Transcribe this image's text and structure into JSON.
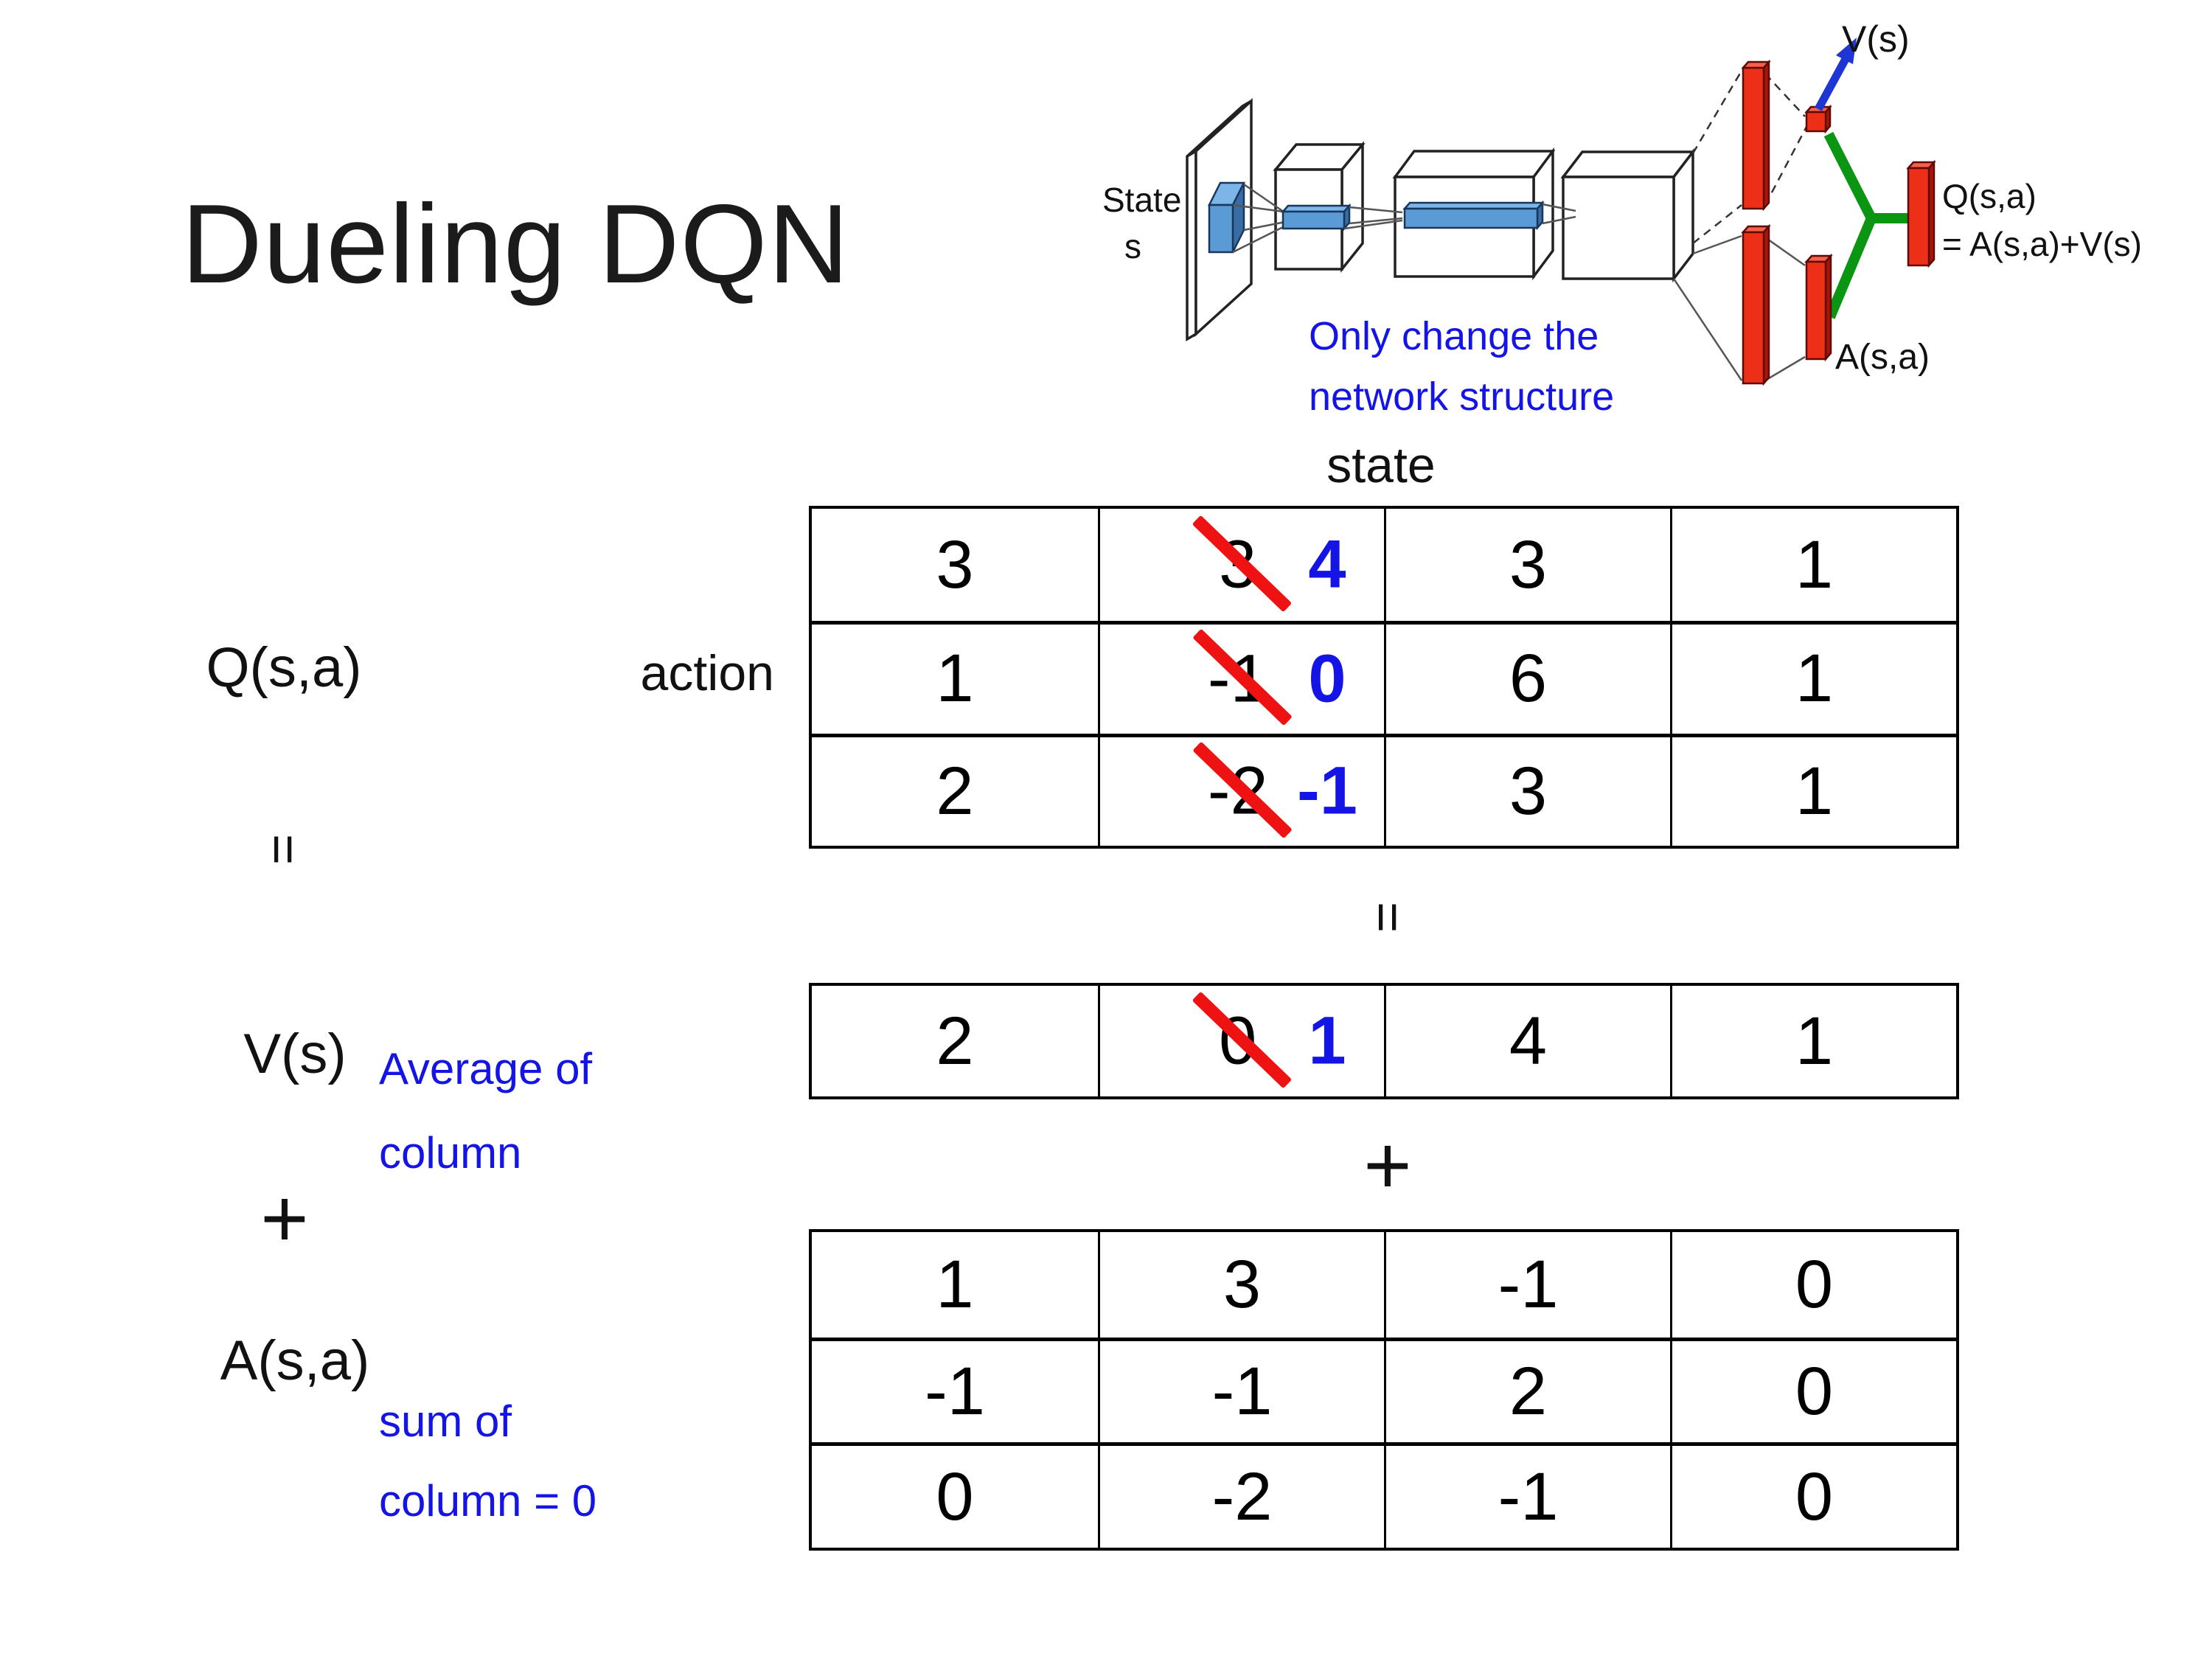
{
  "colors": {
    "blue_text": "#1414e6",
    "red_strike": "#ee1212",
    "red_bar": "#ee2f18",
    "red_bar_dark": "#a81408",
    "red_bar_light": "#f4604a",
    "green_wire": "#0a9612",
    "arrow_blue": "#1f35d4",
    "box_blue": "#5b9bd5",
    "box_blue_dark": "#3a6da6",
    "box_blue_light": "#7eb5e8"
  },
  "title": "Dueling DQN",
  "diagram": {
    "state_word": "State",
    "state_letter": "s",
    "v_out": "V(s)",
    "a_out": "A(s,a)",
    "q_out_line1": "Q(s,a)",
    "q_out_line2": "= A(s,a)+V(s)",
    "note_line1": "Only change the",
    "note_line2": "network structure"
  },
  "matrix_labels": {
    "state": "state",
    "action": "action",
    "q": "Q(s,a)",
    "v": "V(s)",
    "a": "A(s,a)",
    "equals": "=",
    "plus": "+",
    "avg_line1": "Average of",
    "avg_line2": "column",
    "sum_line1": "sum of",
    "sum_line2": "column = 0"
  },
  "q_table": {
    "rows": [
      [
        "3",
        {
          "old": "3",
          "new": "4"
        },
        "3",
        "1"
      ],
      [
        "1",
        {
          "old": "-1",
          "new": "0"
        },
        "6",
        "1"
      ],
      [
        "2",
        {
          "old": "-2",
          "new": "-1"
        },
        "3",
        "1"
      ]
    ]
  },
  "v_table": {
    "rows": [
      [
        "2",
        {
          "old": "0",
          "new": "1"
        },
        "4",
        "1"
      ]
    ]
  },
  "a_table": {
    "rows": [
      [
        "1",
        "3",
        "-1",
        "0"
      ],
      [
        "-1",
        "-1",
        "2",
        "0"
      ],
      [
        "0",
        "-2",
        "-1",
        "0"
      ]
    ]
  }
}
